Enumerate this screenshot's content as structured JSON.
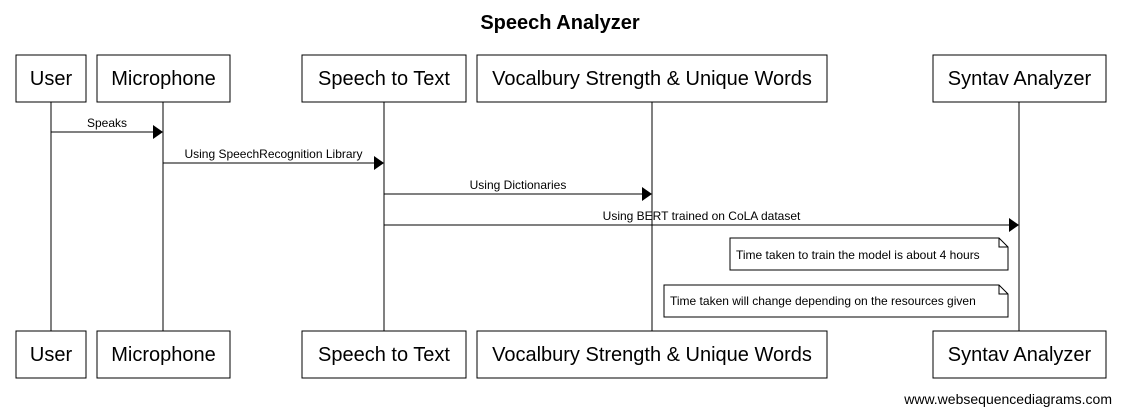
{
  "title": "Speech Analyzer",
  "actors": [
    {
      "id": "user",
      "label": "User"
    },
    {
      "id": "microphone",
      "label": "Microphone"
    },
    {
      "id": "speech-to-text",
      "label": "Speech to Text"
    },
    {
      "id": "vocabulary",
      "label": "Vocalbury Strength & Unique Words"
    },
    {
      "id": "syntax",
      "label": "Syntav Analyzer"
    }
  ],
  "messages": [
    {
      "from": "user",
      "to": "microphone",
      "label": "Speaks"
    },
    {
      "from": "microphone",
      "to": "speech-to-text",
      "label": "Using SpeechRecognition Library"
    },
    {
      "from": "speech-to-text",
      "to": "vocabulary",
      "label": "Using Dictionaries"
    },
    {
      "from": "speech-to-text",
      "to": "syntax",
      "label": "Using BERT trained on CoLA dataset"
    }
  ],
  "notes": [
    {
      "side": "left of",
      "actor": "syntax",
      "text": "Time taken to train the model is about 4 hours"
    },
    {
      "side": "left of",
      "actor": "syntax",
      "text": "Time taken will change depending on the resources given"
    }
  ],
  "watermark": "www.websequencediagrams.com"
}
